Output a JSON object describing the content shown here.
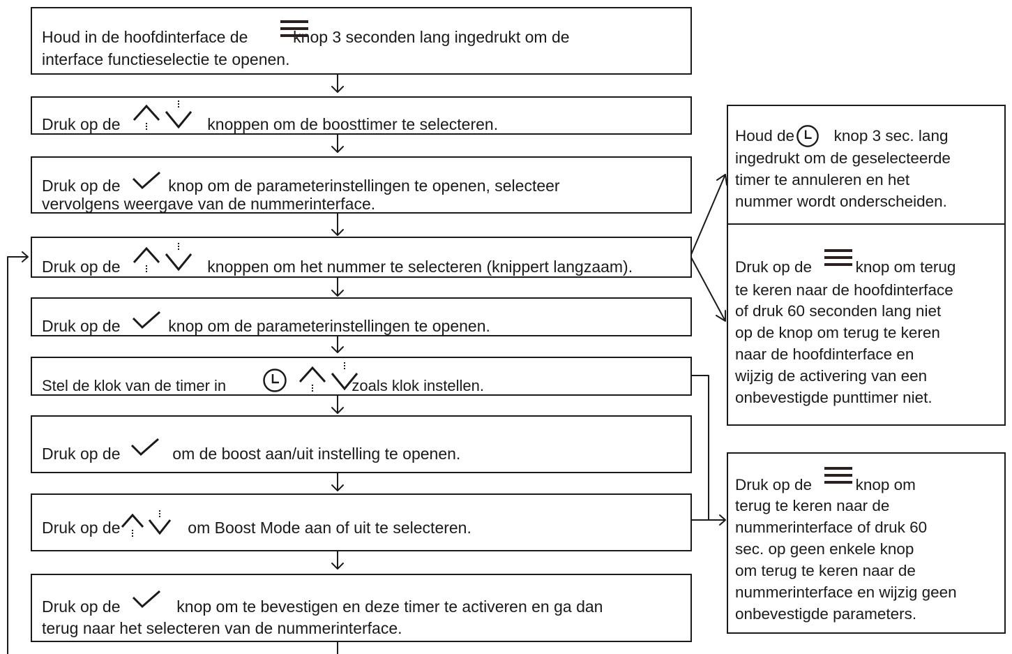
{
  "steps": [
    {
      "line1a": "Houd in de hoofdinterface de",
      "line1b": "knop 3 seconden lang ingedrukt om de",
      "line2": "interface functieselectie te openen."
    },
    {
      "a": "Druk op de",
      "b": "knoppen om de boosttimer te selecteren."
    },
    {
      "line1a": "Druk op de",
      "line1b": "knop om de parameterinstellingen te openen, selecteer",
      "line2": "vervolgens weergave van de nummerinterface."
    },
    {
      "a": "Druk op de",
      "b": "knoppen om het nummer te selecteren (knippert langzaam)."
    },
    {
      "a": "Druk op de",
      "b": "knop om de parameterinstellingen te openen."
    },
    {
      "a": "Stel de klok van de timer in",
      "b": "zoals klok instellen."
    },
    {
      "a": "Druk op de",
      "b": "om de boost aan/uit instelling te openen."
    },
    {
      "a": "Druk op de",
      "b": "om Boost Mode aan of uit te selecteren."
    },
    {
      "line1a": "Druk op de",
      "line1b": "knop om te bevestigen en deze timer te activeren en ga dan",
      "line2": "terug naar het selecteren van de nummerinterface."
    }
  ],
  "side_cancel": {
    "line1a": "Houd de",
    "line1b": "knop 3 sec. lang",
    "line2": "ingedrukt om de geselecteerde",
    "line3": "timer te annuleren en het",
    "line4": "nummer wordt onderscheiden."
  },
  "side_back_main": {
    "line1a": "Druk op de",
    "line1b": "knop om terug",
    "line2": "te keren naar de hoofdinterface",
    "line3": "of druk 60 seconden lang niet",
    "line4": "op de knop om terug te keren",
    "line5": "naar de hoofdinterface en",
    "line6": "wijzig de activering van een",
    "line7": "onbevestigde punttimer niet."
  },
  "side_back_number": {
    "line1a": "Druk op de",
    "line1b": "knop om",
    "line2": "terug te keren naar de",
    "line3": "nummerinterface of druk 60",
    "line4": "sec. op geen enkele knop",
    "line5": "om terug te keren naar de",
    "line6": "nummerinterface en wijzig geen",
    "line7": "onbevestigde parameters."
  },
  "icons": [
    "menu-icon",
    "up-arrow-icon",
    "down-arrow-icon",
    "check-icon",
    "clock-icon"
  ]
}
